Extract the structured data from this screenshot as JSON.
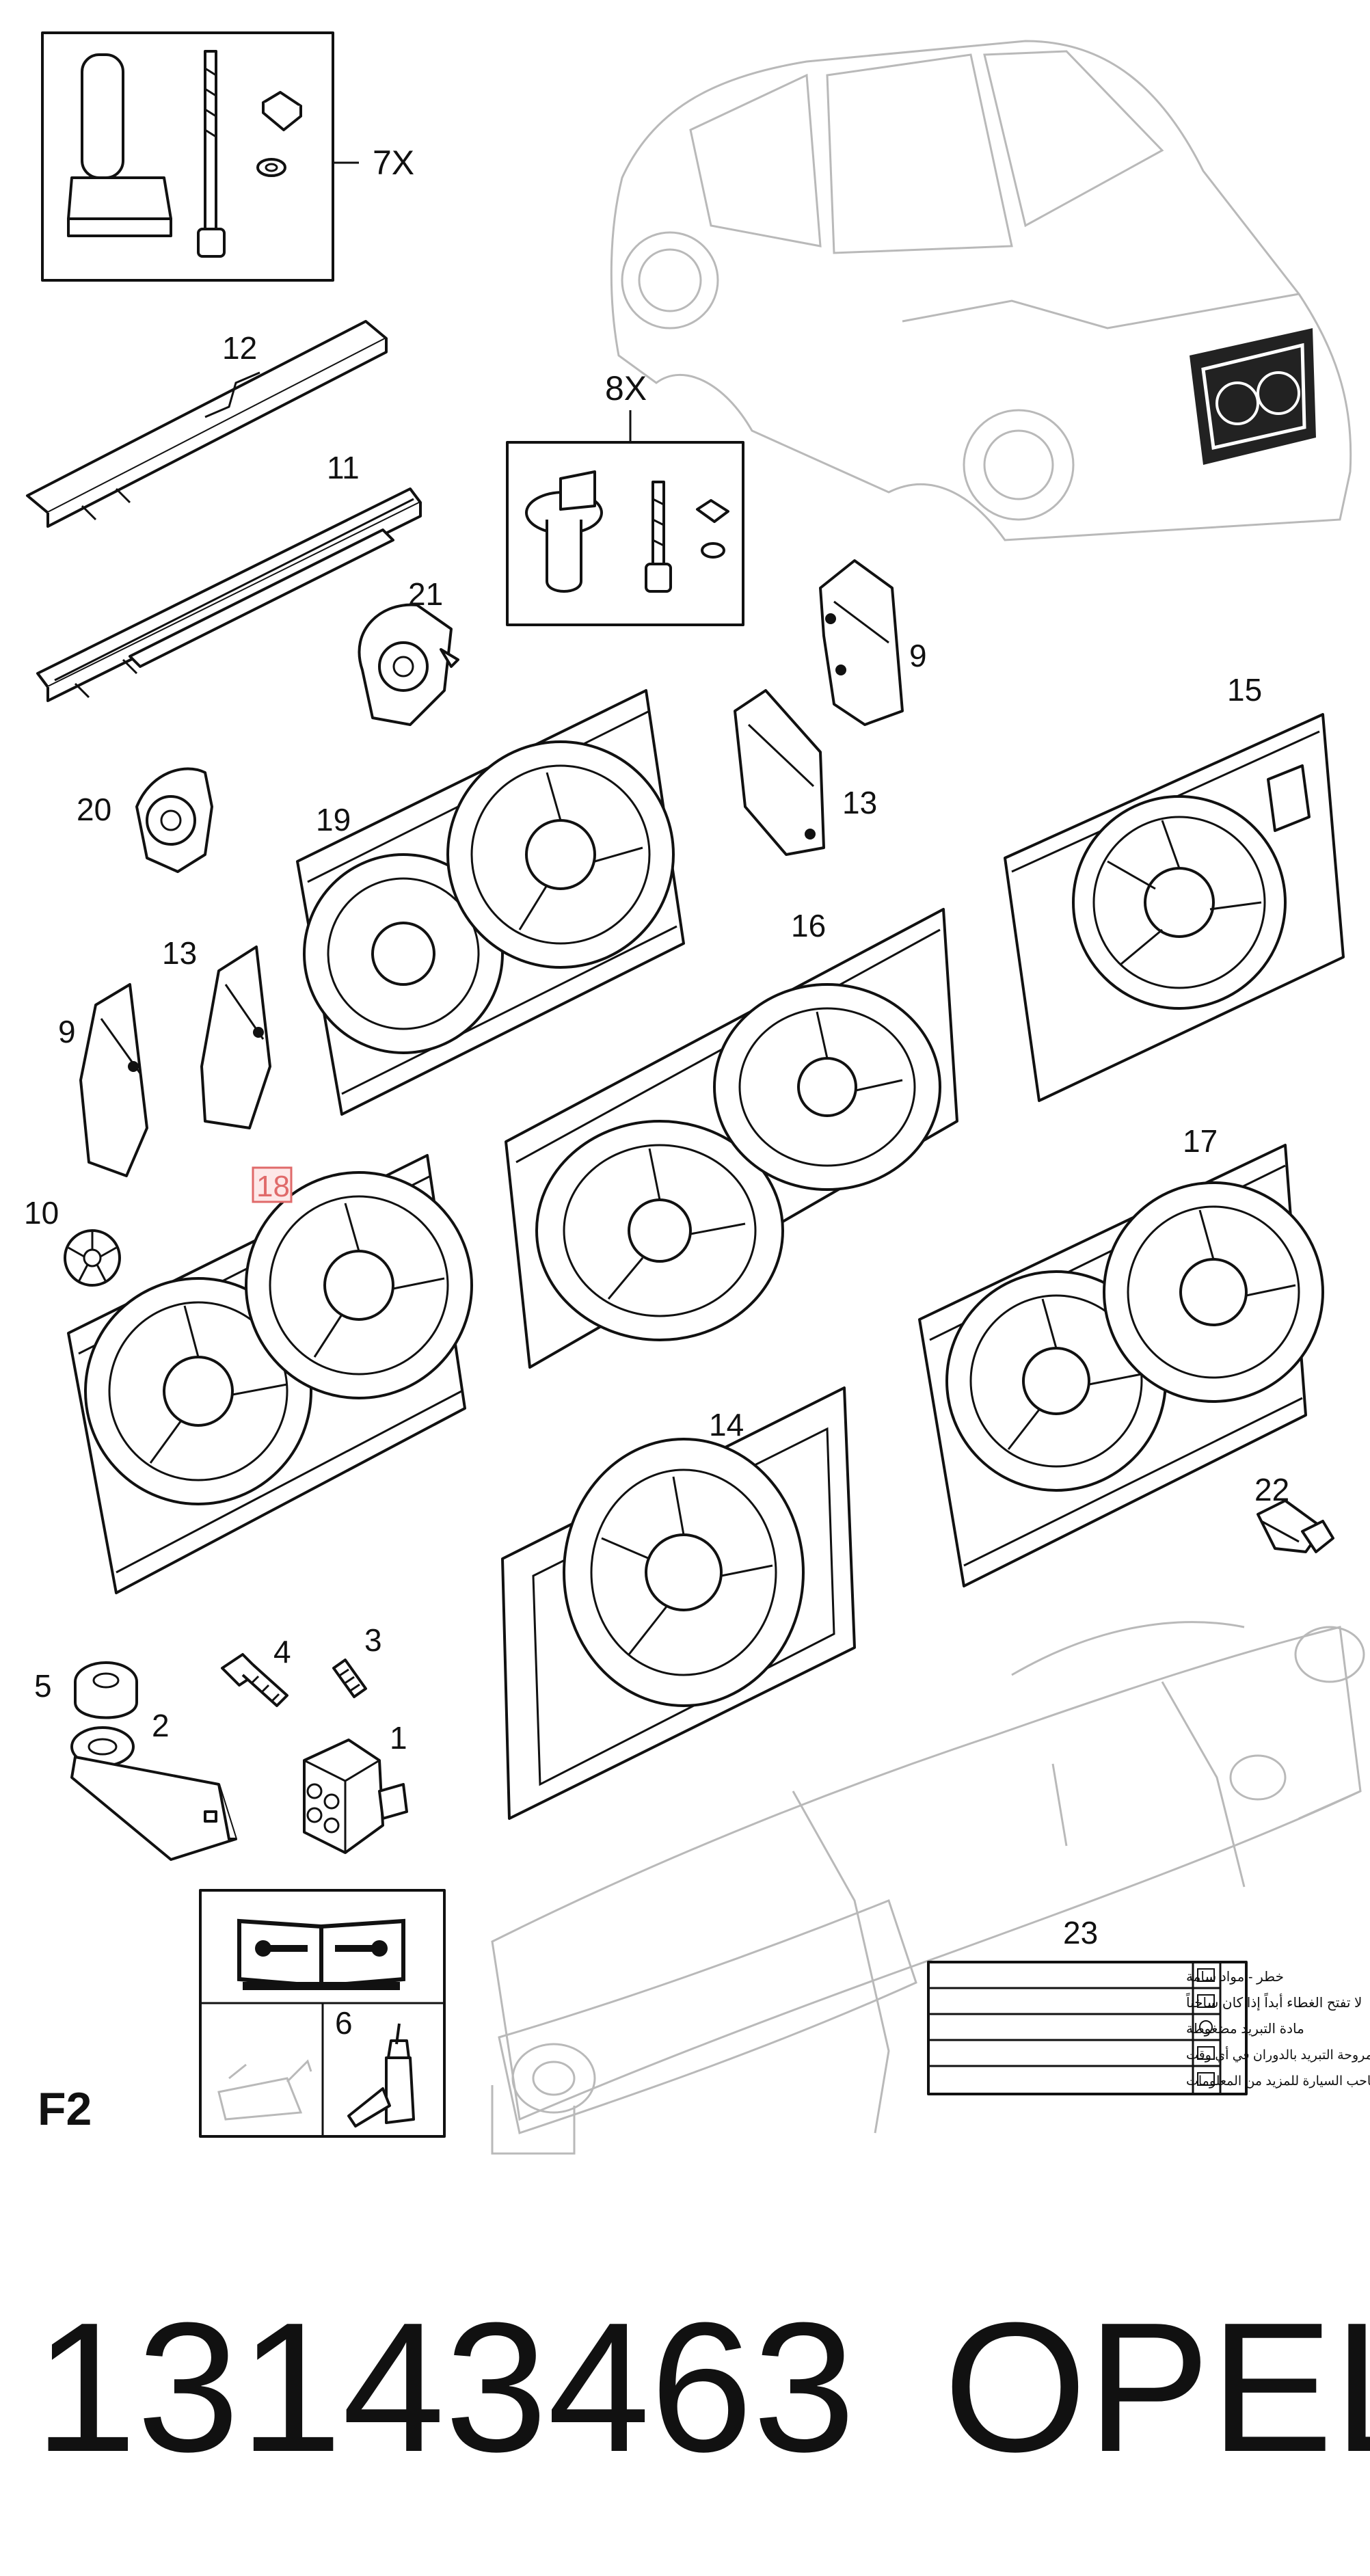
{
  "diagram": {
    "callouts": {
      "c7x": "7X",
      "c12": "12",
      "c11": "11",
      "c8x": "8X",
      "c21": "21",
      "c9a": "9",
      "c15": "15",
      "c13a": "13",
      "c20": "20",
      "c19": "19",
      "c16": "16",
      "c13b": "13",
      "c9b": "9",
      "c18": "18",
      "c10": "10",
      "c17": "17",
      "c14": "14",
      "c22": "22",
      "c5": "5",
      "c4": "4",
      "c3": "3",
      "c2": "2",
      "c1": "1",
      "c23": "23",
      "c6": "6"
    },
    "section_code": "F2",
    "label23_lines": [
      "خطر - مواد سامة",
      "لا تفتح الغطاء أبداً إذا كان ساخناً",
      "مادة التبريد مضغوطة",
      "يمكن أن تبدأ مروحة التبريد بالدوران في أي وقت",
      "راجع دليل صاحب السيارة للمزيد من المعلومات"
    ],
    "highlight_color": "#e06a6a"
  },
  "footer": {
    "part_number": "13143463",
    "brand": "OPEL"
  }
}
